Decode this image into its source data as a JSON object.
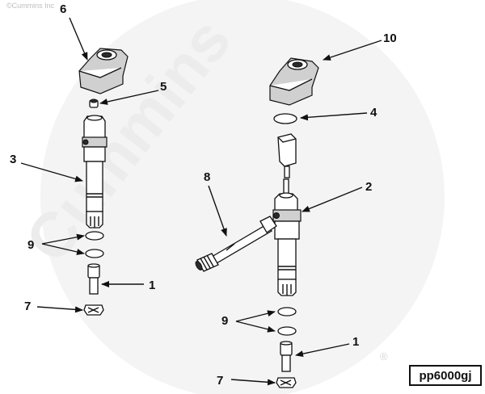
{
  "watermark": {
    "copyright": "©Cummins Inc",
    "brand": "Cummins",
    "registered": "®"
  },
  "part_code": "pp6000gj",
  "callouts": [
    {
      "id": "c6",
      "label": "6"
    },
    {
      "id": "c5",
      "label": "5"
    },
    {
      "id": "c3",
      "label": "3"
    },
    {
      "id": "c9a",
      "label": "9"
    },
    {
      "id": "c1a",
      "label": "1"
    },
    {
      "id": "c7a",
      "label": "7"
    },
    {
      "id": "c10",
      "label": "10"
    },
    {
      "id": "c4",
      "label": "4"
    },
    {
      "id": "c8",
      "label": "8"
    },
    {
      "id": "c2",
      "label": "2"
    },
    {
      "id": "c9b",
      "label": "9"
    },
    {
      "id": "c1b",
      "label": "1"
    },
    {
      "id": "c7b",
      "label": "7"
    }
  ]
}
